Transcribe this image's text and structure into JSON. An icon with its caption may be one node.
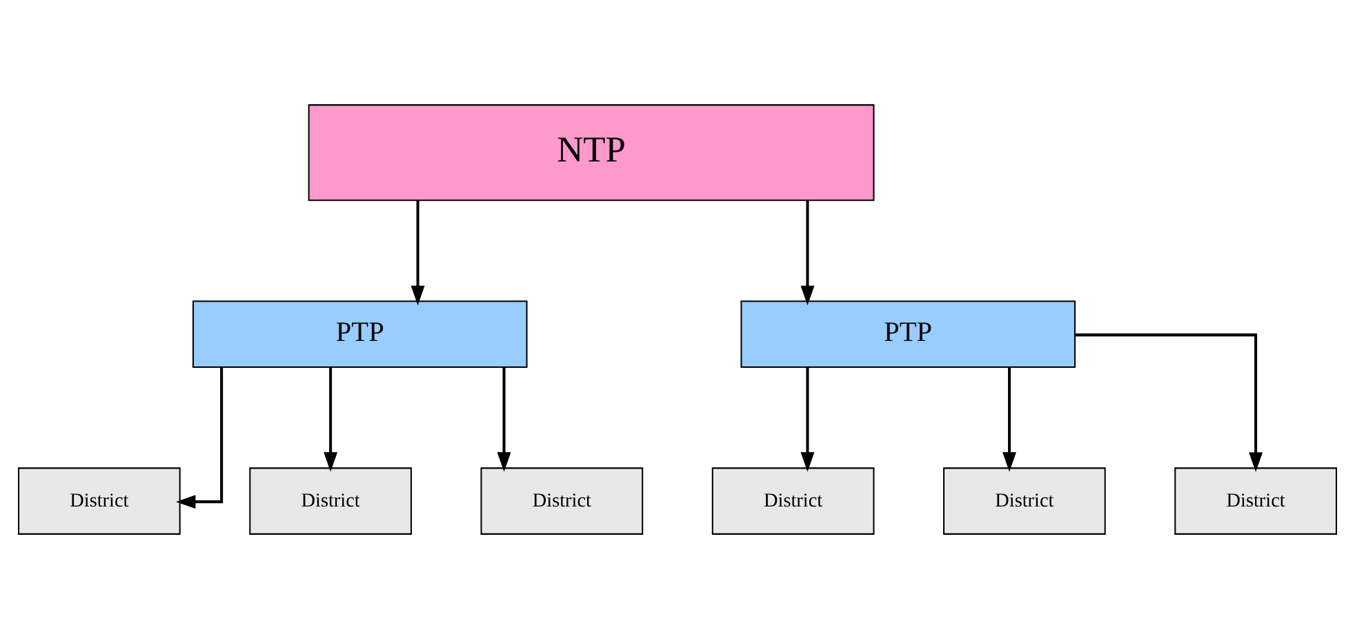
{
  "diagram": {
    "nodes": [
      {
        "text": [
          "NTP"
        ]
      },
      {
        "text": [
          "PTP"
        ]
      },
      {
        "text": [
          "PTP"
        ]
      },
      {
        "text": [
          "District"
        ]
      },
      {
        "text": [
          "District"
        ]
      },
      {
        "text": [
          "District"
        ]
      },
      {
        "text": [
          "District"
        ]
      },
      {
        "text": [
          "District"
        ]
      },
      {
        "text": [
          "District"
        ]
      }
    ],
    "edges": [
      {
        "from": 0,
        "to": 1,
        "arrow": "to"
      },
      {
        "from": 0,
        "to": 2,
        "arrow": "to"
      },
      {
        "from": 1,
        "to": 3,
        "arrow": "to"
      },
      {
        "from": 1,
        "to": 4,
        "arrow": "to"
      },
      {
        "from": 1,
        "to": 5,
        "arrow": "to"
      },
      {
        "from": 2,
        "to": 6,
        "arrow": "to"
      },
      {
        "from": 2,
        "to": 7,
        "arrow": "to"
      },
      {
        "from": 2,
        "to": 8,
        "arrow": "to"
      }
    ]
  }
}
